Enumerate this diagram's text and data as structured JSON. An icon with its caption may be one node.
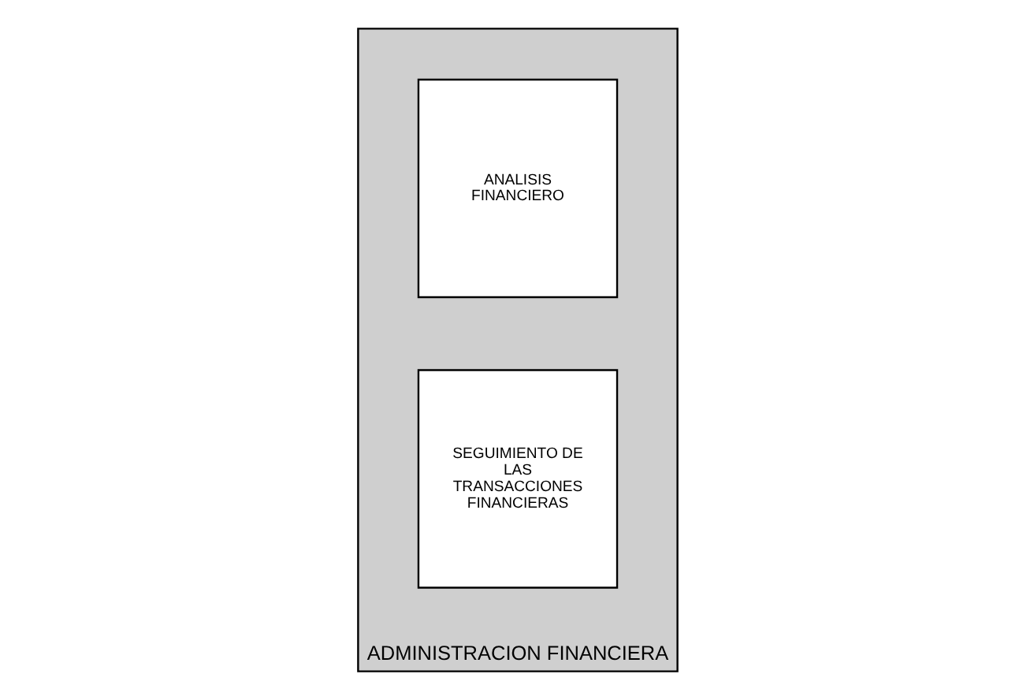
{
  "diagram": {
    "nodes": [
      {
        "text": [
          "ADMINISTRACION FINANCIERA"
        ]
      },
      {
        "text": [
          "ANALISIS FINANCIERO"
        ],
        "in": 0
      },
      {
        "text": [
          "SEGUIMIENTO DE LAS TRANSACCIONES FINANCIERAS"
        ],
        "in": 0
      }
    ],
    "edges": []
  }
}
